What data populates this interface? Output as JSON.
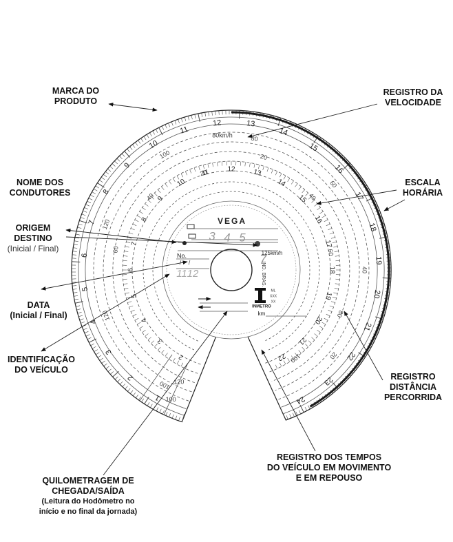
{
  "callouts": {
    "marca": {
      "lines": [
        "MARCA DO",
        "PRODUTO"
      ]
    },
    "velocidade": {
      "lines": [
        "REGISTRO DA",
        "VELOCIDADE"
      ]
    },
    "condutores": {
      "lines": [
        "NOME DOS",
        "CONDUTORES"
      ]
    },
    "escala": {
      "lines": [
        "ESCALA",
        "HORÁRIA"
      ]
    },
    "origem": {
      "lines": [
        "ORIGEM",
        "DESTINO"
      ],
      "note": "(Inicial / Final)"
    },
    "data": {
      "lines": [
        "DATA",
        "(Inicial / Final)"
      ]
    },
    "veiculo": {
      "lines": [
        "IDENTIFICAÇÃO",
        "DO VEÍCULO"
      ]
    },
    "distancia": {
      "lines": [
        "REGISTRO",
        "DISTÂNCIA",
        "PERCORRIDA"
      ]
    },
    "tempos": {
      "lines": [
        "REGISTRO DOS TEMPOS",
        "DO VEÍCULO EM MOVIMENTO",
        "E EM REPOUSO"
      ]
    },
    "quilometragem": {
      "lines": [
        "QUILOMETRAGEM DE",
        "CHEGADA/SAÍDA"
      ],
      "note_lines": [
        "(Leitura do Hodômetro no",
        "início e no final da jornada)"
      ]
    }
  },
  "disc": {
    "brand": "VEGA",
    "speed_label_outer": "80km/h",
    "speed_label_inner": "125km/h",
    "outer_speed_values": [
      "100",
      "120",
      "120",
      "100",
      "80",
      "60",
      "40",
      "20"
    ],
    "inner_speed_values": [
      "60",
      "40",
      "20",
      "20",
      "40",
      "60",
      "80",
      "100",
      "120"
    ],
    "hours": [
      "1",
      "2",
      "3",
      "4",
      "5",
      "6",
      "7",
      "8",
      "9",
      "10",
      "11",
      "12",
      "13",
      "14",
      "15",
      "16",
      "17",
      "18",
      "19",
      "20",
      "21",
      "22",
      "23",
      "24"
    ],
    "inner_hours": [
      "12",
      "13",
      "14",
      "15",
      "16",
      "17",
      "18",
      "19",
      "20",
      "21",
      "22",
      "23",
      "24",
      "1",
      "2",
      "3",
      "4",
      "5",
      "6",
      "7",
      "8",
      "9",
      "10",
      "11"
    ],
    "field_no": "No.",
    "field_km": "km",
    "ind_bras": "IND. BRAS.",
    "inmetro": "INMETRO",
    "inmetro_codes": [
      "ML",
      "XXX",
      "XX"
    ],
    "handwritten_names": [
      "3",
      "4",
      "5"
    ],
    "handwritten_date": [
      "11",
      "12"
    ],
    "handwritten_small": "7",
    "ray_labels": [
      "120",
      "100"
    ]
  },
  "colors": {
    "ink": "#111111",
    "grey": "#666666",
    "trace": "#1a1a1a"
  }
}
